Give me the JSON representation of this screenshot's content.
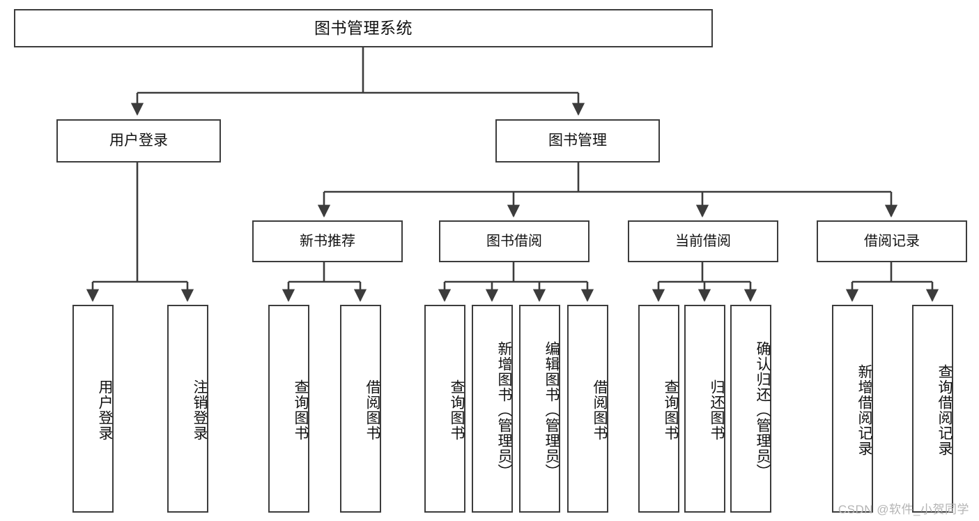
{
  "diagram": {
    "title": "图书管理系统",
    "type": "tree",
    "orientation": "top-down",
    "colors": {
      "box_border": "#3c3c3c",
      "box_fill": "#ffffff",
      "text": "#111111",
      "connector": "#3c3c3c",
      "watermark": "#b4b4b4"
    },
    "watermark": "CSDN @软件_小贺同学"
  },
  "nodes": {
    "root": {
      "label": "图书管理系统"
    },
    "level2": [
      {
        "label": "用户登录"
      },
      {
        "label": "图书管理"
      }
    ],
    "level3": [
      {
        "label": "新书推荐"
      },
      {
        "label": "图书借阅"
      },
      {
        "label": "当前借阅"
      },
      {
        "label": "借阅记录"
      }
    ],
    "leaves": [
      {
        "label": "用户登录",
        "parent": "用户登录"
      },
      {
        "label": "注销登录",
        "parent": "用户登录"
      },
      {
        "label": "查询图书",
        "parent": "新书推荐"
      },
      {
        "label": "借阅图书",
        "parent": "新书推荐"
      },
      {
        "label": "查询图书",
        "parent": "图书借阅"
      },
      {
        "label": "新增图书（管理员）",
        "parent": "图书借阅"
      },
      {
        "label": "编辑图书（管理员）",
        "parent": "图书借阅"
      },
      {
        "label": "借阅图书",
        "parent": "图书借阅"
      },
      {
        "label": "查询图书",
        "parent": "当前借阅"
      },
      {
        "label": "归还图书",
        "parent": "当前借阅"
      },
      {
        "label": "确认归还（管理员）",
        "parent": "当前借阅"
      },
      {
        "label": "新增借阅记录",
        "parent": "借阅记录"
      },
      {
        "label": "查询借阅记录",
        "parent": "借阅记录"
      }
    ]
  }
}
